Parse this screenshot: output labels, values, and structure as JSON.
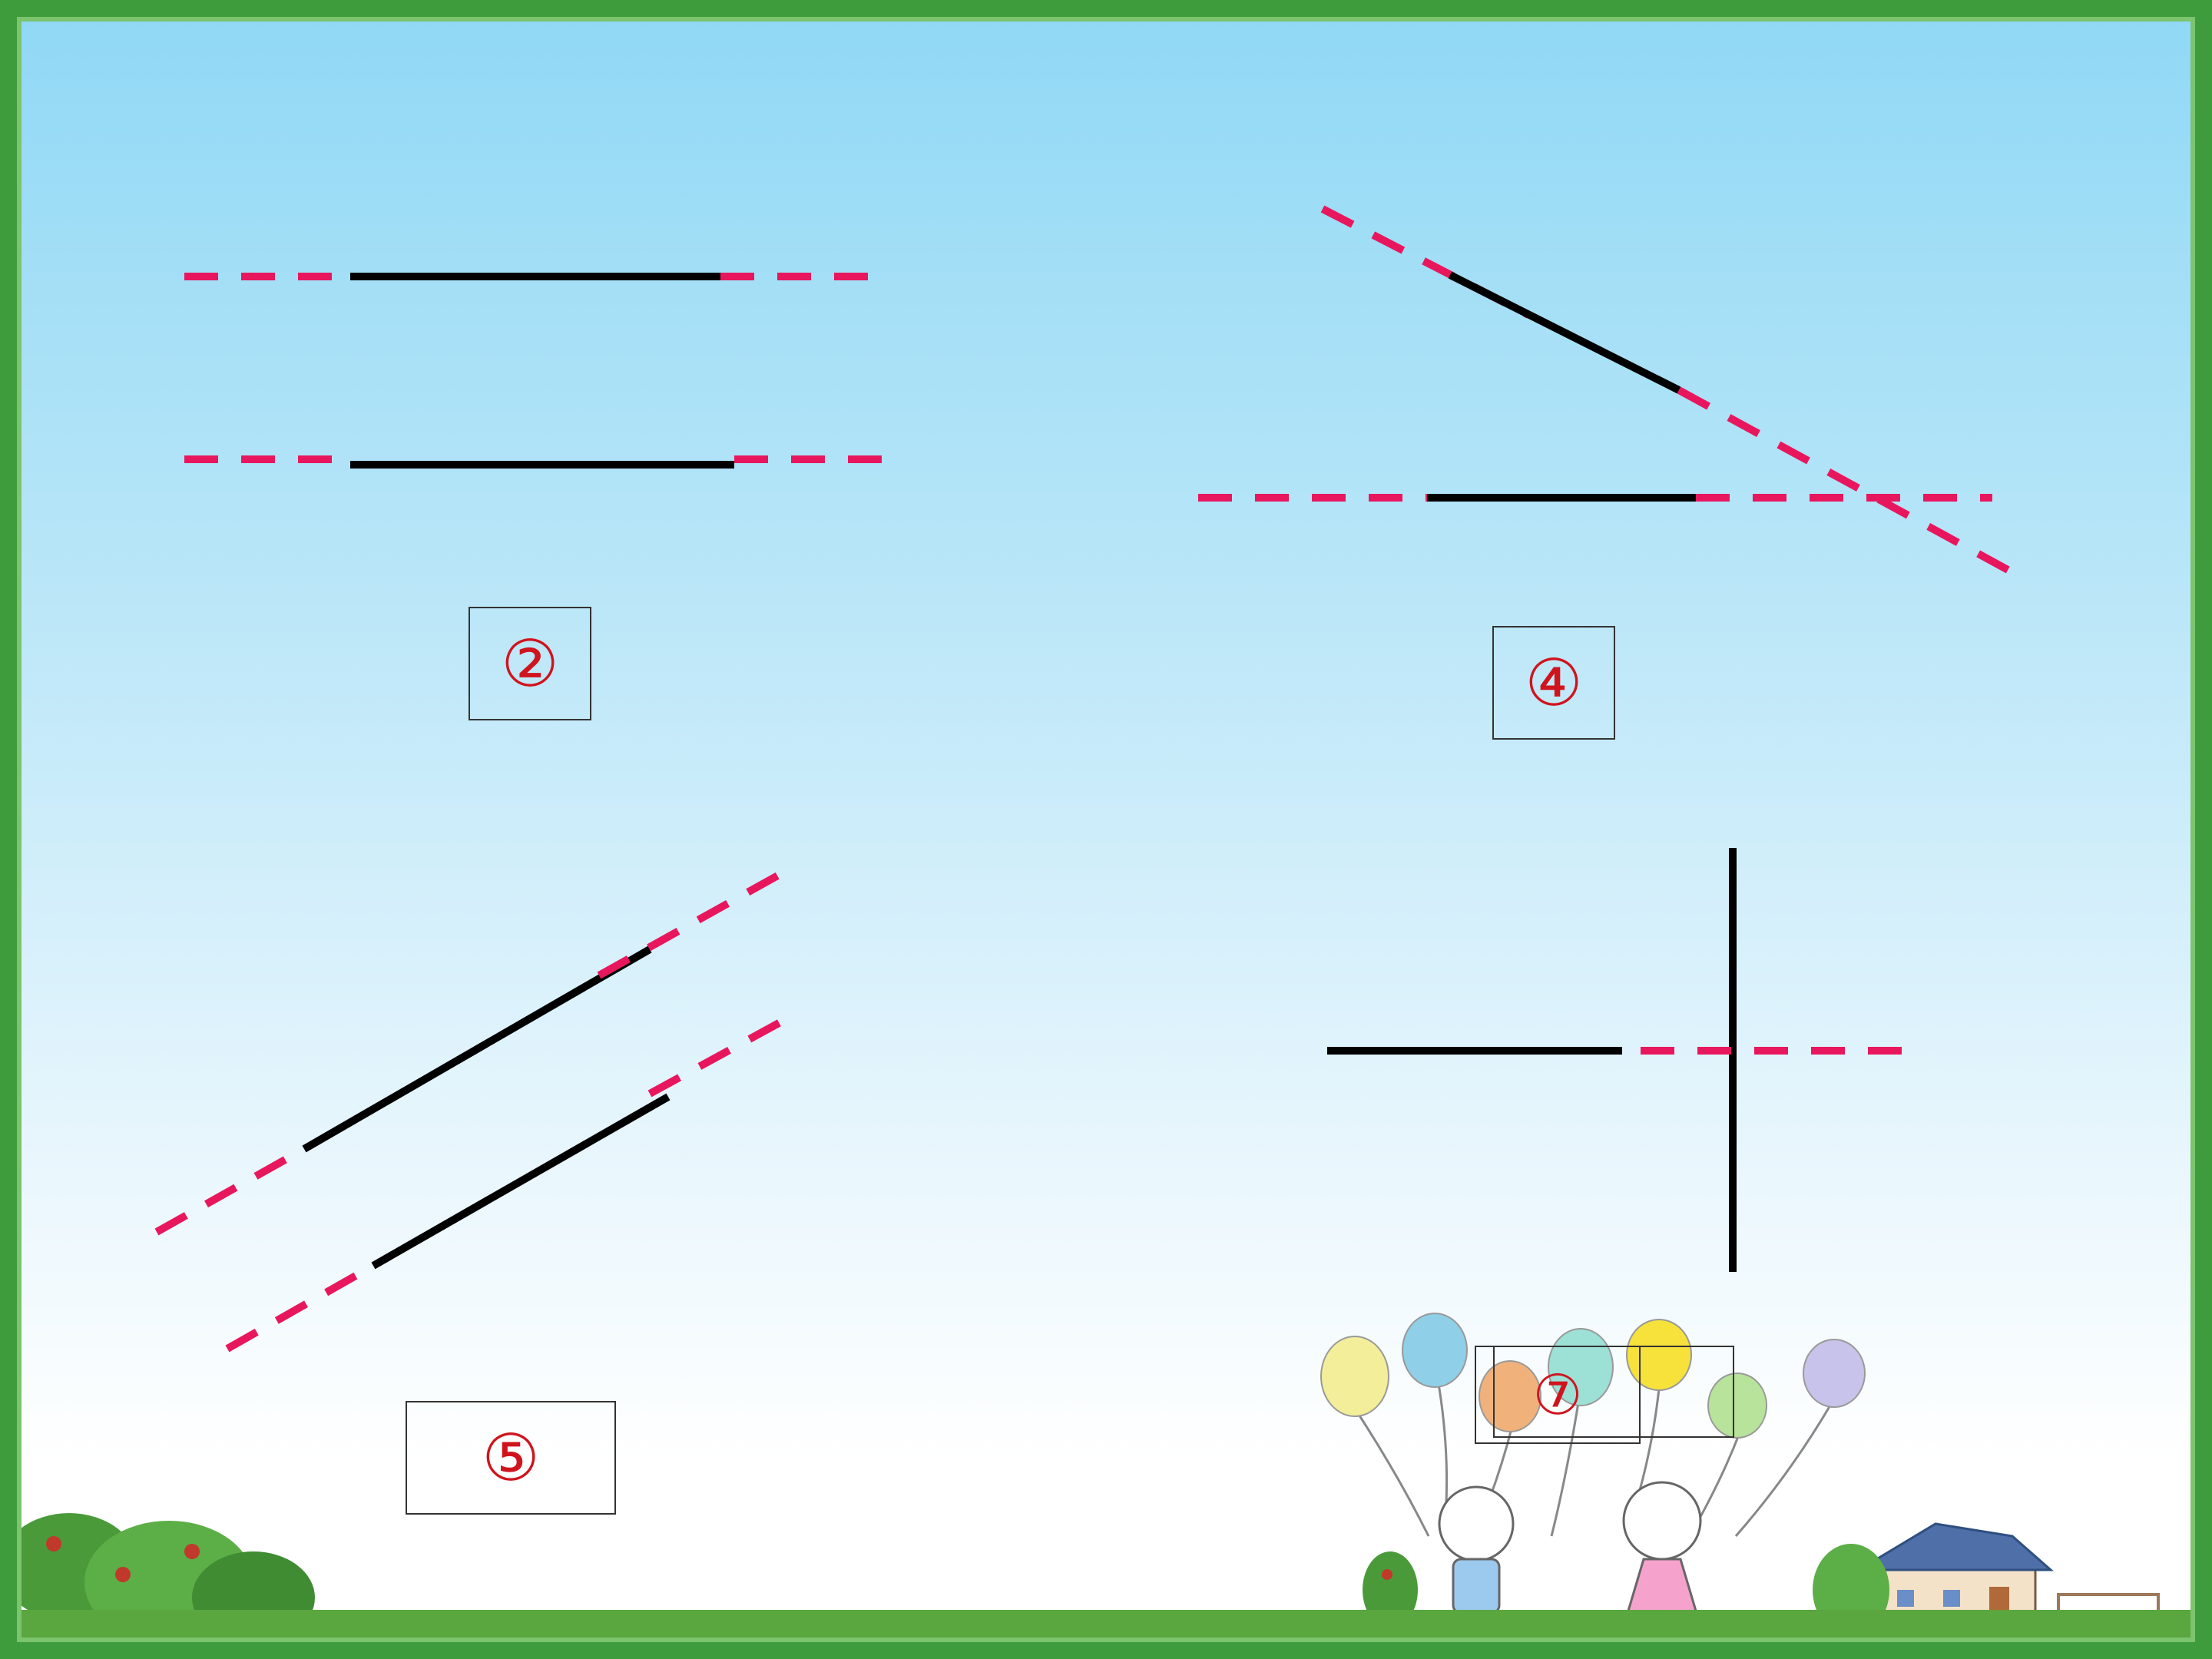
{
  "figures": [
    {
      "label": "②"
    },
    {
      "label": "④"
    },
    {
      "label": "⑤"
    },
    {
      "label": "⑦"
    }
  ],
  "colors": {
    "segment": "#000000",
    "extension": "#e8175d",
    "label": "#d0141e",
    "border": "#3f9c3c"
  },
  "decorations": [
    "grass-bushes",
    "balloons",
    "two-children",
    "house"
  ]
}
